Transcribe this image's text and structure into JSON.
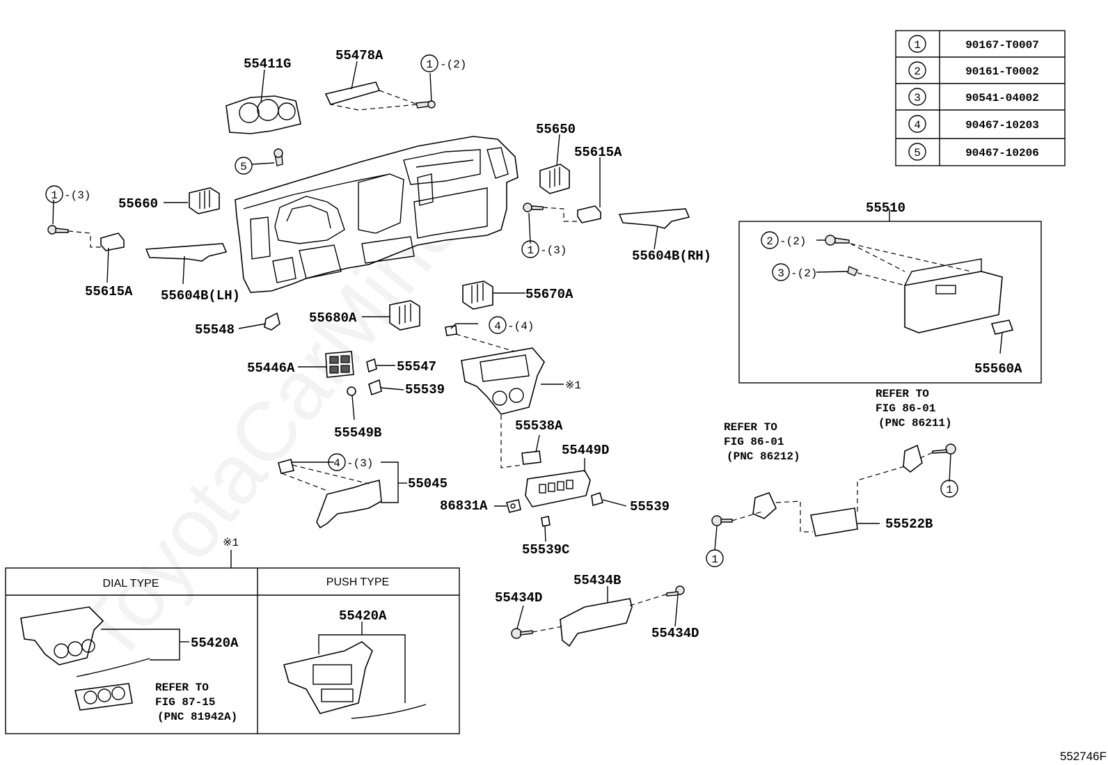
{
  "diagram_id": "552746F",
  "watermark": "ToyotaCarMine",
  "legend_table": [
    {
      "num": "1",
      "part": "90167-T0007"
    },
    {
      "num": "2",
      "part": "90161-T0002"
    },
    {
      "num": "3",
      "part": "90541-04002"
    },
    {
      "num": "4",
      "part": "90467-10203"
    },
    {
      "num": "5",
      "part": "90467-10206"
    }
  ],
  "callouts": {
    "c55411G": "55411G",
    "c55478A": "55478A",
    "c55650": "55650",
    "c55615A_r": "55615A",
    "c55660": "55660",
    "c55615A_l": "55615A",
    "c55604B_lh": "55604B(LH)",
    "c55604B_rh": "55604B(RH)",
    "c55510": "55510",
    "c55560A": "55560A",
    "c55670A": "55670A",
    "c55680A": "55680A",
    "c55548": "55548",
    "c55446A": "55446A",
    "c55547": "55547",
    "c55539_a": "55539",
    "c55549B": "55549B",
    "c55538A": "55538A",
    "c55449D": "55449D",
    "c55045": "55045",
    "c86831A": "86831A",
    "c55539_b": "55539",
    "c55539C": "55539C",
    "c55522B": "55522B",
    "c55434B": "55434B",
    "c55434D_l": "55434D",
    "c55434D_r": "55434D",
    "c55420A_dial": "55420A",
    "c55420A_push": "55420A"
  },
  "circle_refs": {
    "r1_2": {
      "num": "1",
      "qty": "-(2)"
    },
    "r5": {
      "num": "5",
      "qty": ""
    },
    "r1_3a": {
      "num": "1",
      "qty": "-(3)"
    },
    "r1_3b": {
      "num": "1",
      "qty": "-(3)"
    },
    "r2_2": {
      "num": "2",
      "qty": "-(2)"
    },
    "r3_2": {
      "num": "3",
      "qty": "-(2)"
    },
    "r4_4": {
      "num": "4",
      "qty": "-(4)"
    },
    "r4_3": {
      "num": "4",
      "qty": "-(3)"
    },
    "r1_a": {
      "num": "1",
      "qty": ""
    },
    "r1_b": {
      "num": "1",
      "qty": ""
    }
  },
  "note_mark": "※1",
  "notes": {
    "refer_86212": [
      "REFER TO",
      "FIG 86-01",
      "(PNC 86212)"
    ],
    "refer_86211": [
      "REFER TO",
      "FIG 86-01",
      "(PNC 86211)"
    ],
    "refer_81942A": [
      "REFER TO",
      "FIG 87-15",
      "(PNC 81942A)"
    ]
  },
  "variant_box": {
    "mark": "※1",
    "dial_header": "DIAL TYPE",
    "push_header": "PUSH TYPE"
  }
}
